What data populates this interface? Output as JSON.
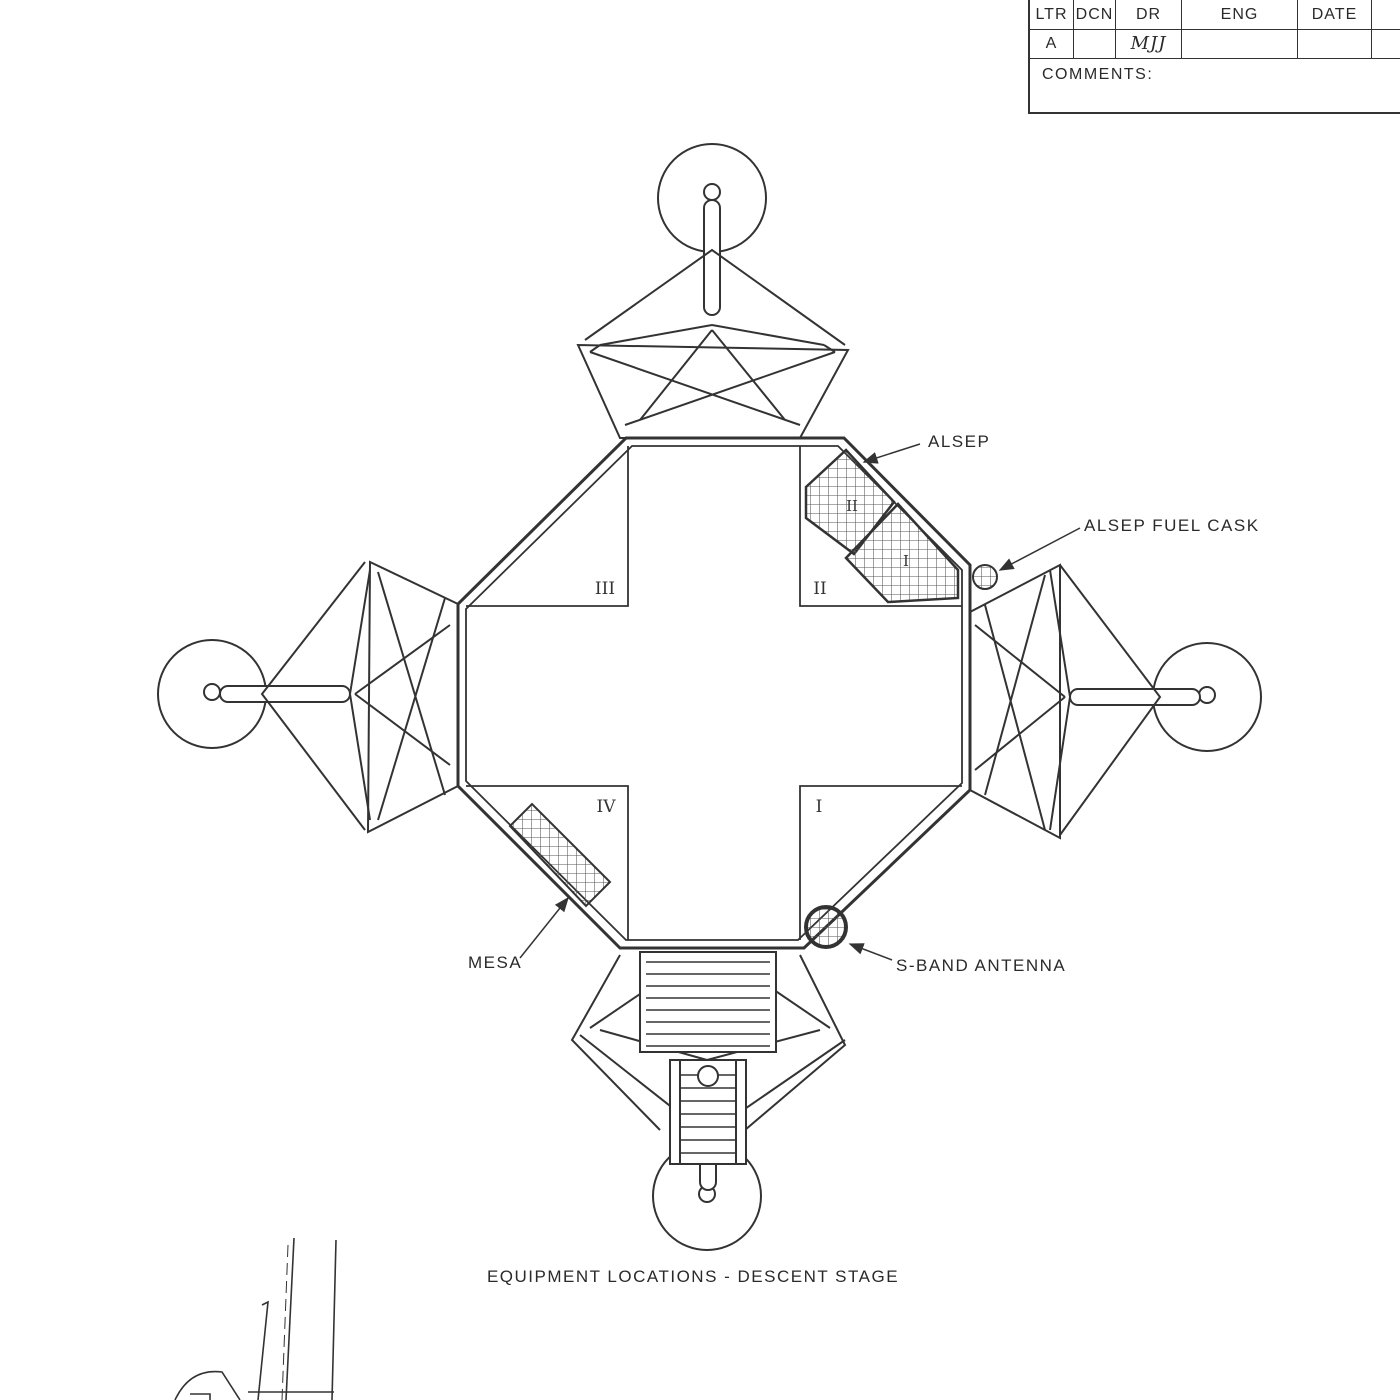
{
  "revision_block": {
    "headers": {
      "ltr": "LTR",
      "dcn": "DCN",
      "dr": "DR",
      "eng": "ENG",
      "date": "DATE"
    },
    "row": {
      "ltr": "A",
      "dr": "MJJ"
    },
    "comments_label": "COMMENTS:"
  },
  "diagram": {
    "caption": "EQUIPMENT LOCATIONS - DESCENT STAGE",
    "quadrants": {
      "q1": "I",
      "q2": "II",
      "q3": "III",
      "q4": "IV"
    },
    "alsep_packages": {
      "p1": "I",
      "p2": "II"
    },
    "callouts": {
      "alsep": "ALSEP",
      "alsep_fuel_cask": "ALSEP FUEL CASK",
      "mesa": "MESA",
      "s_band_antenna": "S-BAND ANTENNA"
    }
  }
}
